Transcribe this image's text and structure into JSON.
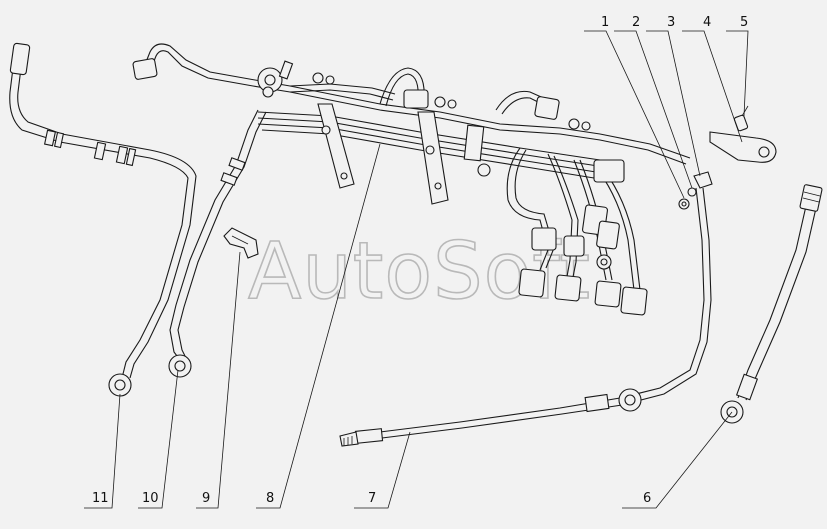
{
  "watermark": "AutoSoft",
  "labels": {
    "p1": "1",
    "p2": "2",
    "p3": "3",
    "p4": "4",
    "p5": "5",
    "p6": "6",
    "p7": "7",
    "p8": "8",
    "p9": "9",
    "p10": "10",
    "p11": "11"
  },
  "colors": {
    "background": "#f2f2f2",
    "ink": "#1a1a1a",
    "watermark": "#b9b9b9"
  }
}
